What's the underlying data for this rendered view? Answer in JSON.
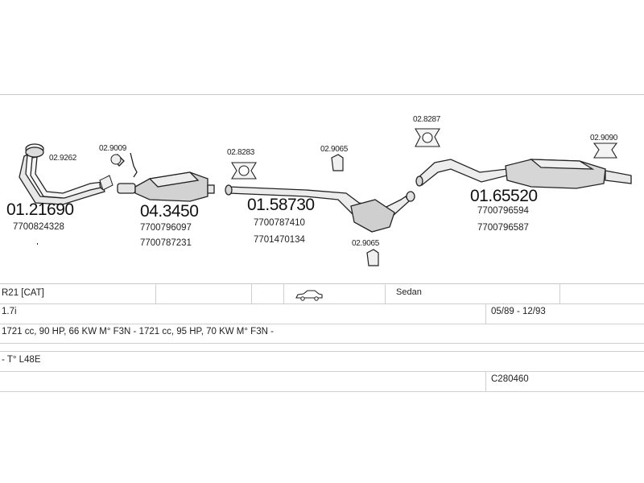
{
  "parts": [
    {
      "main": "01.21690",
      "oem": [
        "7700824328"
      ],
      "hardware": "02.9262"
    },
    {
      "main": "04.3450",
      "oem": [
        "7700796097",
        "7700787231"
      ],
      "hardware": "02.9009"
    },
    {
      "main": "01.58730",
      "oem": [
        "7700787410",
        "7701470134"
      ],
      "hardware": "02.8283"
    },
    {
      "main": "",
      "oem": [],
      "hardware": "02.9065"
    },
    {
      "main": "",
      "oem": [],
      "hardware": "02.9065"
    },
    {
      "main": "",
      "oem": [],
      "hardware": "02.8287"
    },
    {
      "main": "01.65520",
      "oem": [
        "7700796594",
        "7700796587"
      ],
      "hardware": "02.9090"
    }
  ],
  "marker": ".",
  "table": {
    "model": "R21 [CAT]",
    "body": "Sedan",
    "engine": "1.7i",
    "period": "05/89 - 12/93",
    "specs": "1721 cc, 90 HP, 66 KW M° F3N - 1721 cc, 95 HP, 70 KW M° F3N -",
    "transmission": "- T° L48E",
    "code": "C280460"
  },
  "icons": {
    "car": "sedan-car-icon"
  },
  "colors": {
    "line": "#c8c8c8",
    "part_stroke": "#222222",
    "part_fill": "#d9d9d9"
  }
}
